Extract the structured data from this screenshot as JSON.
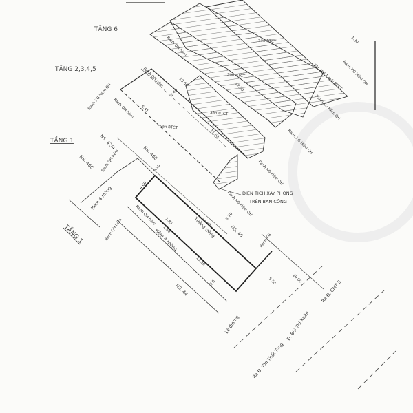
{
  "floors": {
    "floor6": "TẦNG 6",
    "floor2345": "TẦNG 2,3,4,5",
    "floor1_a": "TẦNG 1",
    "floor1_b": "TẦNG 1"
  },
  "labels": {
    "ranh_kg_hem_qh": "Ranh KG Hẻm QH",
    "ranh_qh_hem": "Ranh QH hẻm",
    "san_btct": "Sân BTCT",
    "san_btct_mai": "Sân BTCT mái BTCT",
    "dien_tich_1": "DIỆN TÍCH XÂY PHÒNG",
    "dien_tich_2": "TRÊN BAN CÔNG",
    "hem_4_mong": "Hẻm 4 mông",
    "tuong_rieng": "Tường riêng",
    "ns40": "NS. 40",
    "ns44": "NS. 44",
    "ns46e": "NS. 46E",
    "ns46c": "NS. 46C",
    "ns424": "NS. 42/4",
    "le_duong": "Lề đường",
    "ranh_kg": "Ranh KG",
    "duong_bui_thi_xuan": "Đ. Bùi Thị Xuân",
    "ra_ton_that_tung": "Ra Đ. Tôn Thất Tùng",
    "ra_cmt8": "Ra Đ. CMT 8"
  },
  "dimensions": {
    "d400": "4.00",
    "d010": "0.10",
    "d1460": "14.60",
    "d1350": "13.50",
    "d550": "5.50",
    "d1000": "10.00",
    "d185": "1.85",
    "d160": "1.60",
    "d541": "5.41",
    "d1220": "12.20",
    "d1150": "11.50",
    "d1360": "13.60",
    "d240": "2.40",
    "d55": "5.5",
    "d130": "1.30",
    "d970": "9.70"
  }
}
